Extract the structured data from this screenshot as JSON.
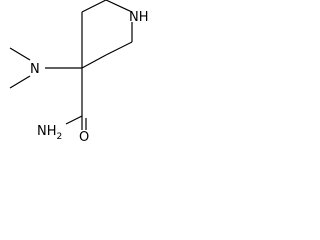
{
  "molecule": {
    "atom_labels": {
      "nh": "NH",
      "nitrogen": "N",
      "amide_nh2": "NH",
      "amide_nh2_subscript": "2",
      "oxygen": "O"
    },
    "colors": {
      "bond": "#000000",
      "text": "#000000",
      "background": "#ffffff"
    }
  }
}
